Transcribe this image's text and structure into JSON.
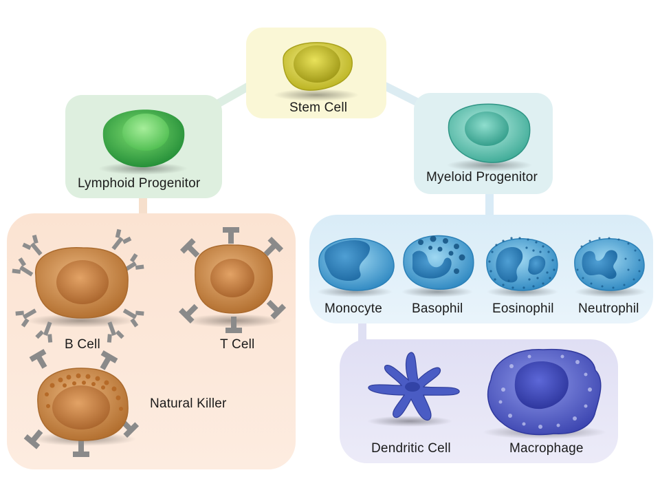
{
  "nodes": {
    "stem": {
      "label": "Stem Cell"
    },
    "lymphoid": {
      "label": "Lymphoid Progenitor"
    },
    "myeloid": {
      "label": "Myeloid Progenitor"
    }
  },
  "lymphoid_group": {
    "cells": [
      {
        "label": "B Cell"
      },
      {
        "label": "T Cell"
      },
      {
        "label": "Natural Killer"
      }
    ]
  },
  "myeloid_group": {
    "cells": [
      {
        "label": "Monocyte"
      },
      {
        "label": "Basophil"
      },
      {
        "label": "Eosinophil"
      },
      {
        "label": "Neutrophil"
      }
    ]
  },
  "monocyte_group": {
    "cells": [
      {
        "label": "Dendritic Cell"
      },
      {
        "label": "Macrophage"
      }
    ]
  },
  "colors": {
    "stem_fill": "#dcd232",
    "lymphoid_fill": "#3db54a",
    "myeloid_fill": "#5cc9b6",
    "lymphocyte_fill": "#cf8c4c",
    "granulocyte_fill": "#4aa5d6",
    "macrophage_fill": "#5a67c9",
    "receptor": "#8a8a8a"
  }
}
